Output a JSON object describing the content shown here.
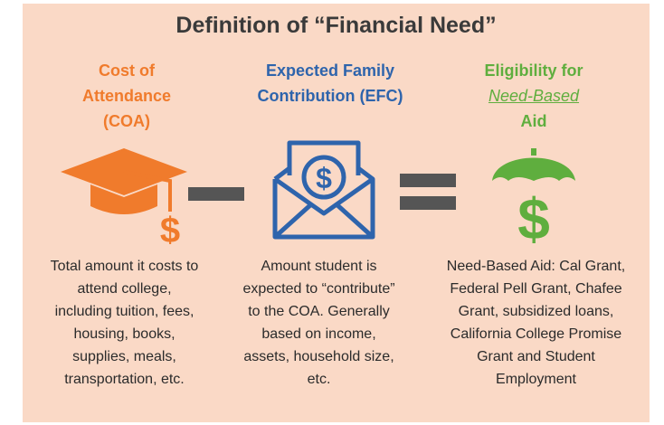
{
  "title": "Definition of “Financial Need”",
  "columns": {
    "coa": {
      "heading_lines": [
        "Cost of",
        "Attendance",
        "(COA)"
      ],
      "color": "#f07b2c",
      "icon": "graduation-cap-dollar-icon",
      "description": "Total amount it costs to attend college, including tuition, fees, housing, books, supplies, meals, transportation, etc."
    },
    "efc": {
      "heading_lines": [
        "Expected Family",
        "Contribution (EFC)"
      ],
      "color": "#2e64ac",
      "icon": "envelope-dollar-icon",
      "description": "Amount student is expected to “contribute” to the COA. Generally based on income, assets, household size, etc."
    },
    "eligibility": {
      "heading_lines": [
        "Eligibility for",
        "Need-Based",
        "Aid"
      ],
      "color": "#5fae3e",
      "icon": "umbrella-dollar-icon",
      "description": "Need-Based Aid: Cal Grant, Federal Pell Grant, Chafee Grant, subsidized loans, California College Promise Grant and Student Employment"
    }
  },
  "operators": {
    "minus_icon": "minus-sign-icon",
    "equals_icon": "equals-sign-icon",
    "color": "#555555"
  },
  "background_color": "#fad9c6"
}
